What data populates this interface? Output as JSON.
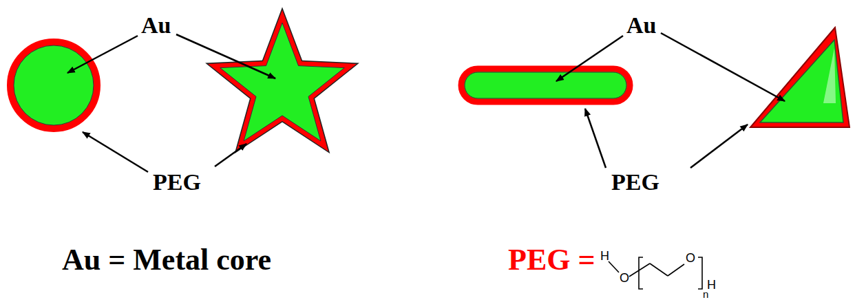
{
  "diagram": {
    "labels": [
      "Au",
      "Au",
      "PEG",
      "PEG",
      "Au = Metal core",
      "PEG =",
      "H",
      "O",
      "O",
      "n",
      "H"
    ]
  }
}
